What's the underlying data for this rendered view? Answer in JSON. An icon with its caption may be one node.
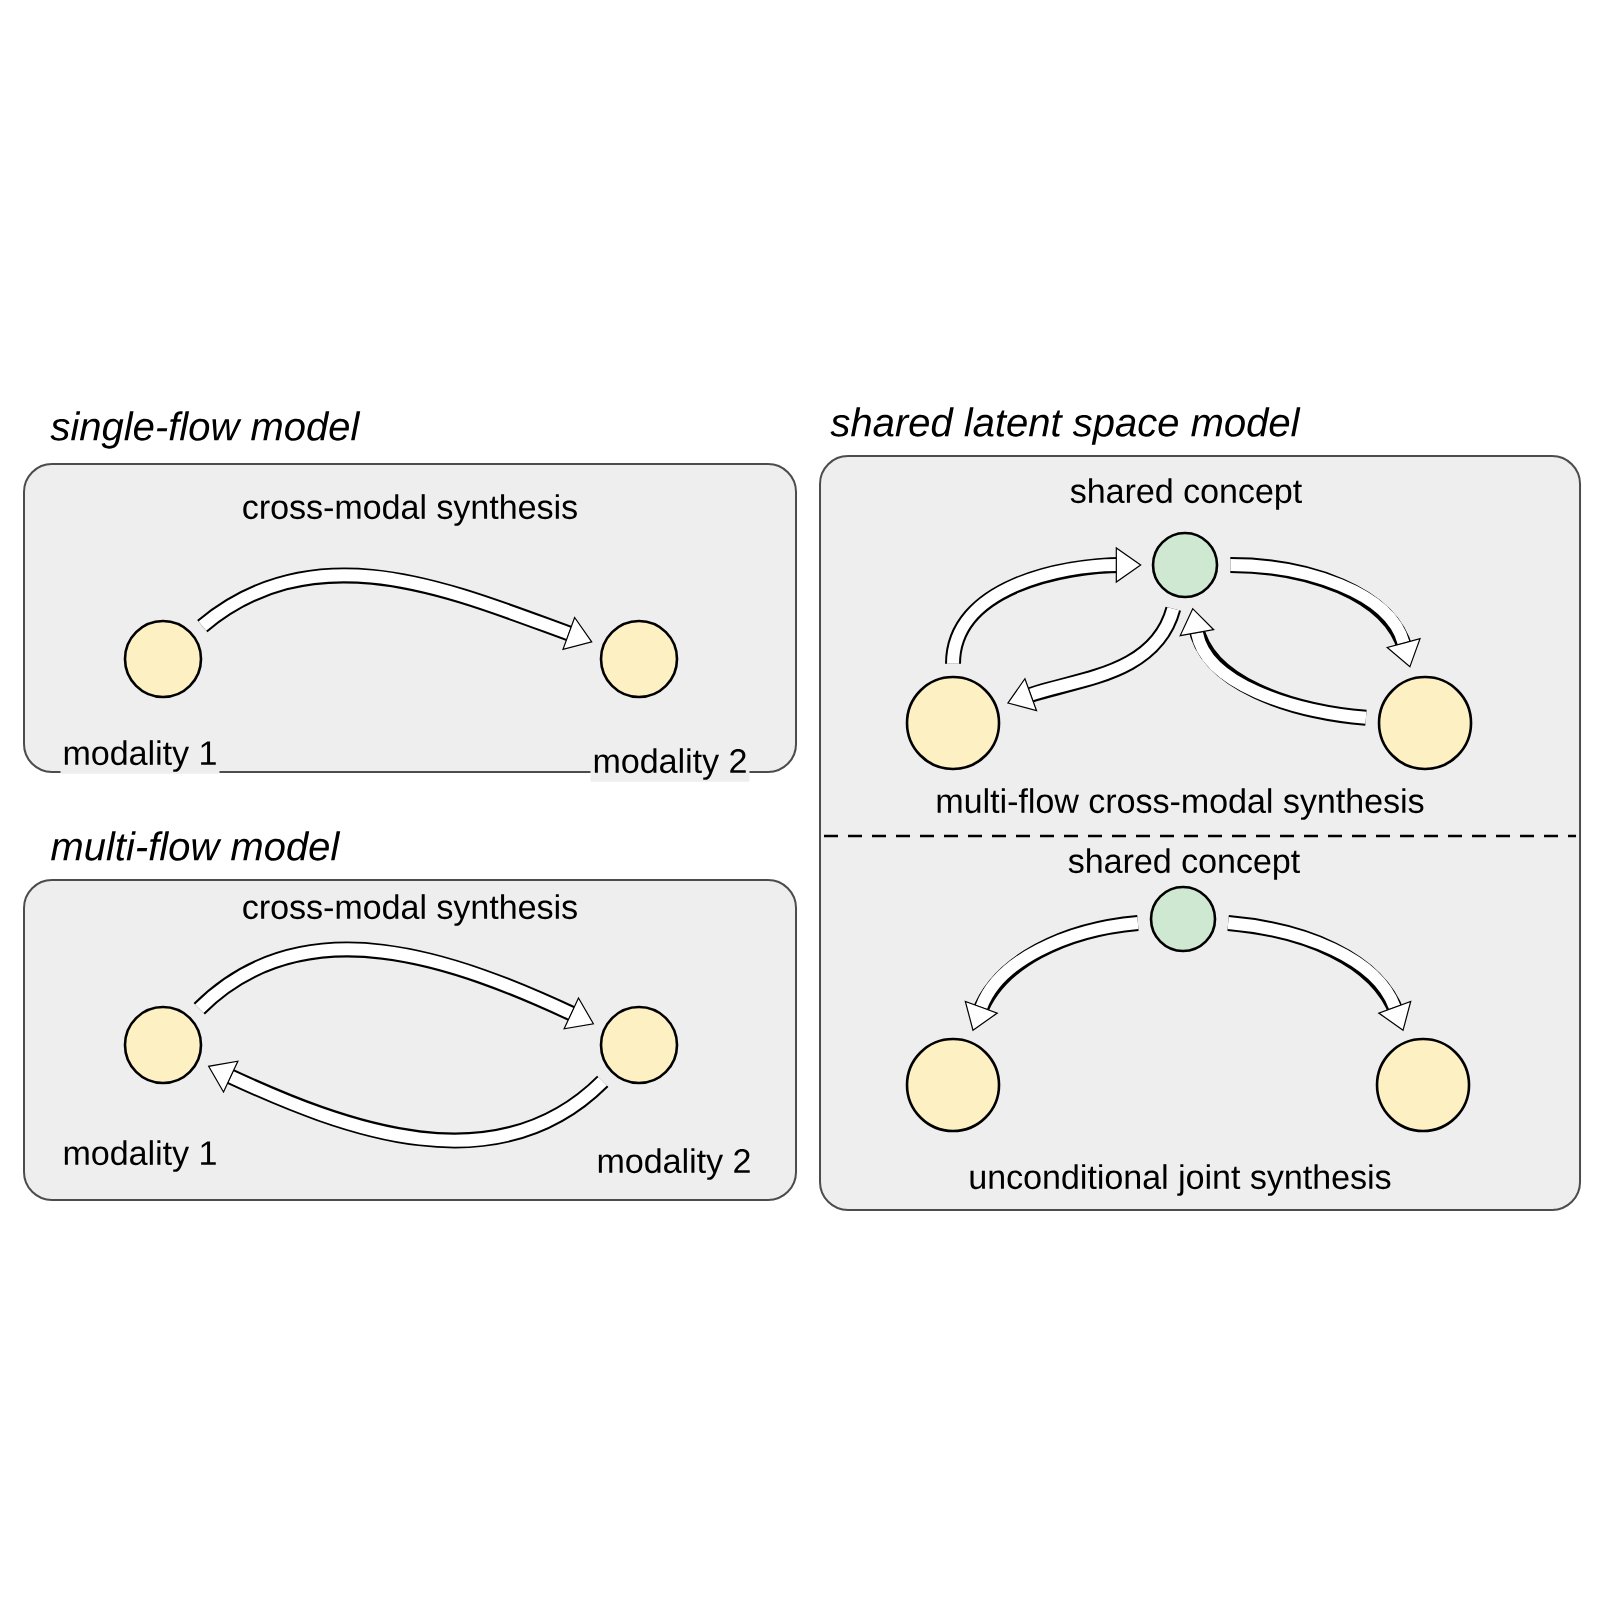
{
  "diagram": {
    "nodes": [
      {
        "text": [
          "single-flow model"
        ]
      },
      {
        "text": [],
        "shape": "circle",
        "in": 0,
        "beside": [
          "modality 1"
        ]
      },
      {
        "text": [],
        "shape": "circle",
        "in": 0,
        "beside": [
          "modality 2"
        ]
      },
      {
        "text": [
          "multi-flow model"
        ]
      },
      {
        "text": [],
        "shape": "circle",
        "in": 3,
        "beside": [
          "modality 1"
        ]
      },
      {
        "text": [],
        "shape": "circle",
        "in": 3,
        "beside": [
          "modality 2"
        ]
      },
      {
        "text": [
          "shared latent space model"
        ]
      },
      {
        "text": [],
        "shape": "circle",
        "in": 6,
        "beside": [
          "shared concept"
        ]
      },
      {
        "text": [],
        "shape": "circle",
        "in": 6
      },
      {
        "text": [],
        "shape": "circle",
        "in": 6
      },
      {
        "text": [],
        "shape": "circle",
        "in": 6,
        "beside": [
          "shared concept"
        ]
      },
      {
        "text": [],
        "shape": "circle",
        "in": 6
      },
      {
        "text": [],
        "shape": "circle",
        "in": 6
      }
    ],
    "edges": [
      {
        "from": 1,
        "to": 2,
        "arrow": "to",
        "label": "cross-modal synthesis"
      },
      {
        "from": 4,
        "to": 5,
        "arrow": "to",
        "label": "cross-modal synthesis"
      },
      {
        "from": 5,
        "to": 4,
        "arrow": "to"
      },
      {
        "from": 8,
        "to": 7,
        "arrow": "to"
      },
      {
        "from": 7,
        "to": 8,
        "arrow": "to"
      },
      {
        "from": 7,
        "to": 9,
        "arrow": "to"
      },
      {
        "from": 9,
        "to": 7,
        "arrow": "to"
      },
      {
        "from": 10,
        "to": 11,
        "arrow": "to"
      },
      {
        "from": 10,
        "to": 12,
        "arrow": "to"
      }
    ],
    "labels": [
      "multi-flow cross-modal synthesis",
      "unconditional joint synthesis"
    ]
  }
}
